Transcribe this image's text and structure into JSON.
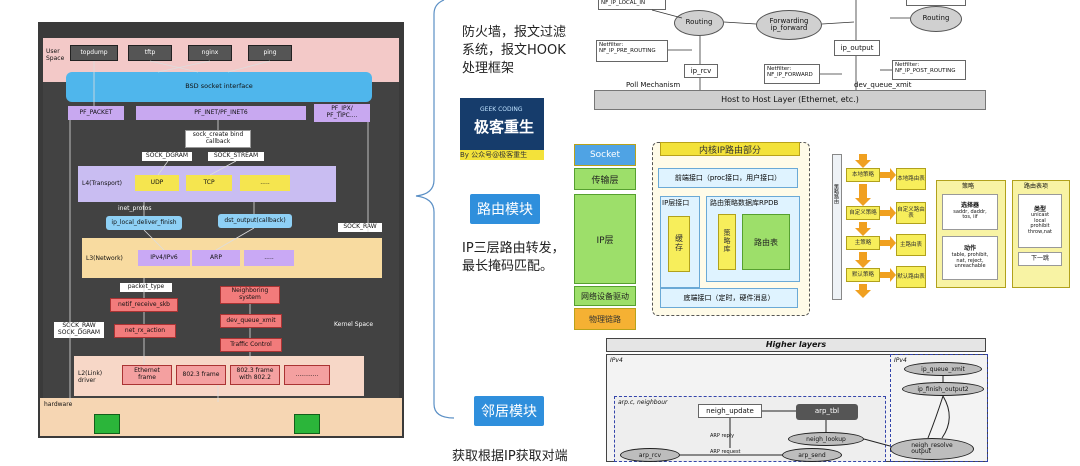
{
  "stack": {
    "user_space": "User\nSpace",
    "user_apps": [
      "topdump",
      "tftp",
      "nginx",
      "ping"
    ],
    "bsd_socket": "BSD socket interface",
    "pf_packet": "PF_PACKET",
    "pf_inet": "PF_INET/PF_INET6",
    "pf_ipx": "PF_IPX/\nPF_TIPC....",
    "sock_create": "sock_create bind\ncallback",
    "sock_dgram": "SOCK_DGRAM",
    "sock_stream": "SOCK_STREAM",
    "l4": "L4(Transport)",
    "udp": "UDP",
    "tcp": "TCP",
    "l4_more": ".....",
    "inet_protos": "inet_protos",
    "ip_local_deliver": "ip_local_deliver_finish",
    "dst_output": "dst_output(callback)",
    "sock_raw_right": "SOCK_RAW",
    "l3": "L3(Network)",
    "ipv4": "IPv4/IPv6",
    "arp": "ARP",
    "l3_more": ".....",
    "packet_type": "packet_type",
    "netif_receive": "netif_receive_skb",
    "neighboring": "Neighboring\nsystem",
    "sock_raw_left": "SOCK_RAW\nSOCK_DGRAM",
    "net_rx": "net_rx_action",
    "dev_queue_xmit": "dev_queue_xmit",
    "kernel_space": "Kernel Space",
    "traffic_control": "Traffic Control",
    "l2": "L2(Link)\ndriver",
    "frames": [
      "Ethernet\nframe",
      "802.3 frame",
      "802.3 frame\nwith 802.2",
      "............"
    ],
    "hardware": "hardware"
  },
  "middle": {
    "text1": [
      "防火墙，报文过滤",
      "系统，报文HOOK",
      "处理框架"
    ],
    "qr_caption": "By 公众号@极客重生",
    "qr_brand": "极客重生",
    "qr_sub": "GEEK CODING",
    "btn_route": "路由模块",
    "text2": [
      "IP三层路由转发，",
      "最长掩码匹配。"
    ],
    "btn_neigh": "邻居模块",
    "text3": "获取根据IP获取对端"
  },
  "netfilter": {
    "local_in": "NF_IP_LOCAL_IN",
    "routing1": "Routing",
    "forwarding": "Forwarding\nip_forward",
    "routing2": "Routing",
    "netfilter_pre": "Netfilter:\nNF_IP_PRE_ROUTING",
    "ip_output": "ip_output",
    "ip_rcv": "ip_rcv",
    "netfilter_fwd": "Netfilter:\nNF_IP_FORWARD",
    "netfilter_post": "Netfilter:\nNF_IP_POST_ROUTING",
    "poll": "Poll Mechanism",
    "dev_queue": "dev_queue_xmit",
    "host_layer": "Host to Host Layer (Ethernet, etc.)"
  },
  "routing_arch": {
    "socket": "Socket",
    "transport": "传输层",
    "ip_layer": "IP层",
    "driver": "网络设备驱动",
    "physical": "物理链路",
    "title": "内核IP路由部分",
    "front": "前端接口（proc接口，用户接口）",
    "ip_iface": "IP层接口",
    "cache": "缓\n存",
    "rpdb": "路由策略数据库RPDB",
    "policy_lib": "策\n略\n库",
    "route_table": "路由表",
    "bottom": "底端接口（定时，硬件消息）"
  },
  "policy_diag": {
    "side": "策略路由",
    "left_items": [
      "本地策略",
      "自定义策略",
      "主策略",
      "默认策略"
    ],
    "mid_items": [
      "本地路由表",
      "自定义路由表",
      "主路由表",
      "默认路由表"
    ],
    "policy_title": "策略",
    "selector": "选择器",
    "selector_fields": "saddr, daddr,\ntos, iif",
    "action": "动作",
    "action_fields": "table, prohibit,\nnat, reject,\nunreachable",
    "table_title": "路由表项",
    "type": "类型",
    "type_fields": "unicast\nlocal\nprohibit\nthrow,nat",
    "next_hop": "下一跳"
  },
  "neigh_diag": {
    "higher": "Higher layers",
    "ipv4_left": "IPv4",
    "ipv4_right": "IPv4",
    "arp_c": "arp.c, neighbour",
    "neigh_update": "neigh_update",
    "arp_tbl": "arp_tbl",
    "ip_queue_xmit": "ip_queue_xmit",
    "ip_finish": "ip_finish_output2",
    "arp_reply": "ARP reply",
    "neigh_lookup": "neigh_lookup",
    "neigh_resolve": "neigh_resolve\noutput",
    "arp_request": "ARP request",
    "arp_rcv": "arp_rcv",
    "arp_send": "arp_send"
  }
}
